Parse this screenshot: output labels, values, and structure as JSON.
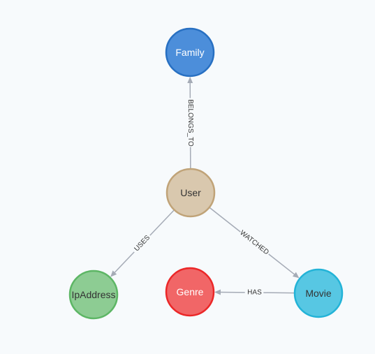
{
  "graph": {
    "nodes": [
      {
        "id": "family",
        "label": "Family",
        "fill": "#4c8eda",
        "stroke": "#2870c2",
        "text_color": "#ffffff"
      },
      {
        "id": "user",
        "label": "User",
        "fill": "#d9c8ae",
        "stroke": "#c0a378",
        "text_color": "#333333"
      },
      {
        "id": "ipaddress",
        "label": "IpAddress",
        "fill": "#8dcc93",
        "stroke": "#5db665",
        "text_color": "#333333"
      },
      {
        "id": "genre",
        "label": "Genre",
        "fill": "#f16667",
        "stroke": "#eb2728",
        "text_color": "#ffffff"
      },
      {
        "id": "movie",
        "label": "Movie",
        "fill": "#57c7e3",
        "stroke": "#23b3d7",
        "text_color": "#333333"
      }
    ],
    "edges": [
      {
        "id": "belongs-to",
        "label": "BELONGS_TO",
        "source": "user",
        "target": "family"
      },
      {
        "id": "uses",
        "label": "USES",
        "source": "user",
        "target": "ipaddress"
      },
      {
        "id": "watched",
        "label": "WATCHED",
        "source": "user",
        "target": "movie"
      },
      {
        "id": "has",
        "label": "HAS",
        "source": "movie",
        "target": "genre"
      }
    ]
  }
}
